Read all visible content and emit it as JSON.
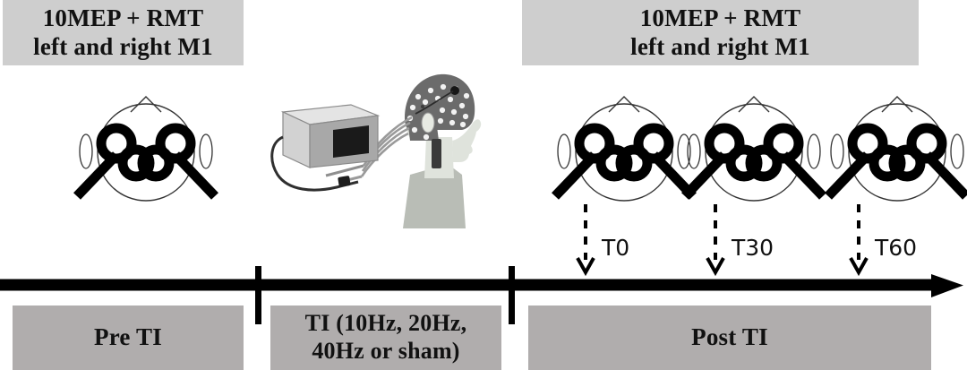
{
  "diagram": {
    "title_top_left": {
      "line1": "10MEP + RMT",
      "line2": "left and right M1"
    },
    "title_top_right": {
      "line1": "10MEP + RMT",
      "line2": "left and right M1"
    },
    "phases": [
      {
        "id": "pre",
        "label_line1": "Pre TI",
        "label_line2": ""
      },
      {
        "id": "ti",
        "label_line1": "TI (10Hz, 20Hz,",
        "label_line2": "40Hz or sham)"
      },
      {
        "id": "post",
        "label_line1": "Post TI",
        "label_line2": ""
      }
    ],
    "timepoints": [
      {
        "id": "t0",
        "label": "T0"
      },
      {
        "id": "t30",
        "label": "T30"
      },
      {
        "id": "t60",
        "label": "T60"
      }
    ],
    "icons": {
      "head_coil": "head-with-tms-coils-icon",
      "stimulator": "tms-stimulator-device-icon",
      "subject": "subject-with-eeg-cap-icon",
      "timeline": "timeline-arrow-icon",
      "timepoint_arrow": "dashed-down-arrow-icon"
    },
    "colors": {
      "top_box_fill": "#cecece",
      "bottom_box_fill": "#b0adad",
      "line": "#000000",
      "text": "#111111",
      "cap": "#6b6b6b",
      "skin": "#d8dcd4",
      "device_front": "#a8a8a8",
      "device_top": "#e2e2e2",
      "device_screen": "#1a1a1a"
    }
  }
}
